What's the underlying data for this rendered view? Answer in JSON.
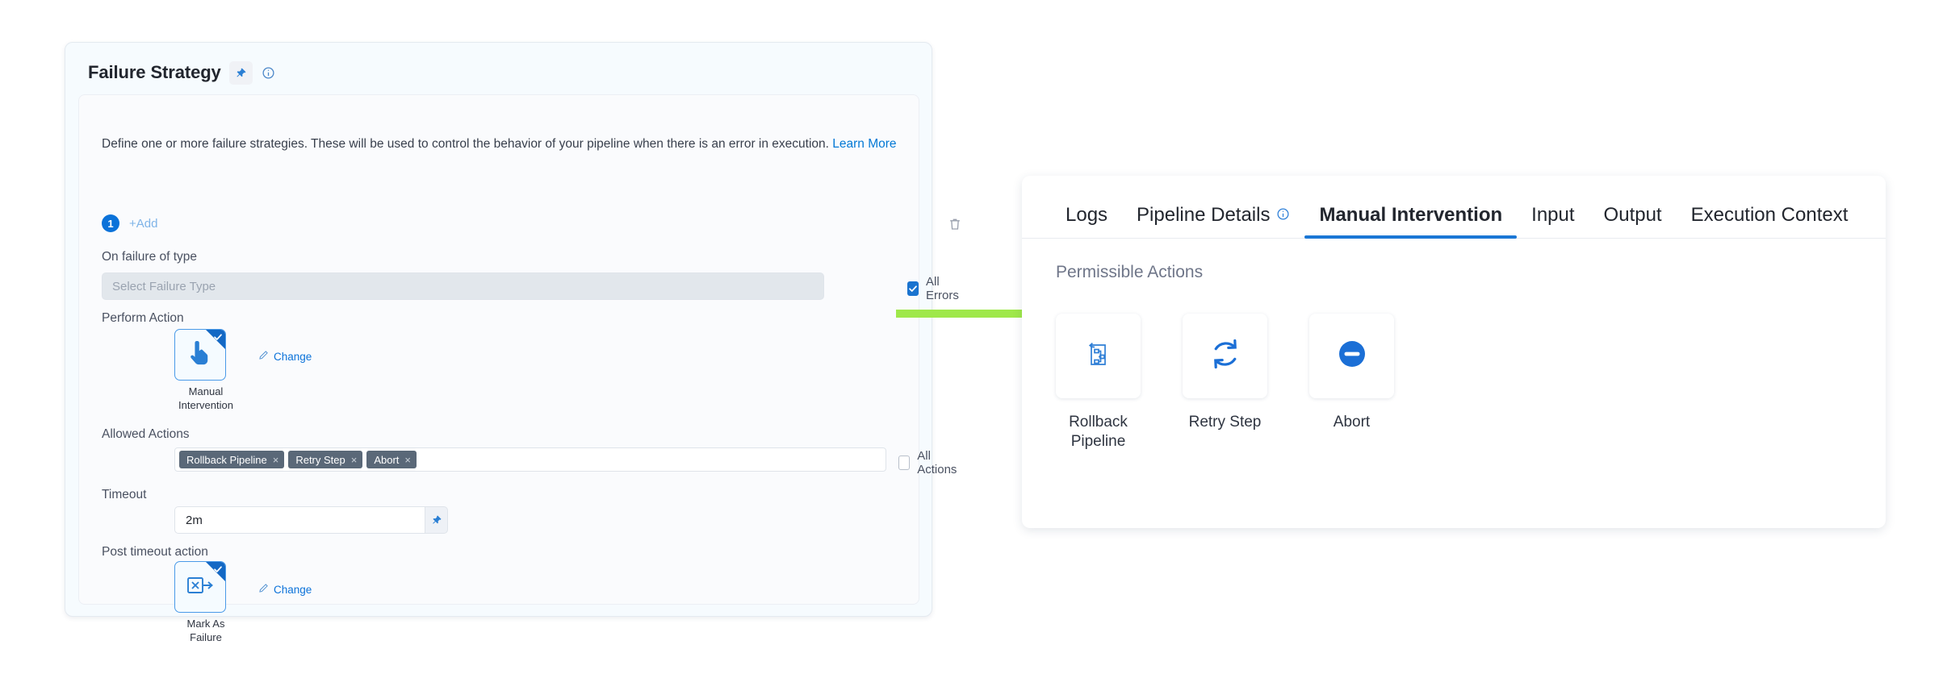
{
  "failure_strategy": {
    "title": "Failure Strategy",
    "pin_icon": "pin-icon",
    "info_icon": "info-circle-icon",
    "description": "Define one or more failure strategies. These will be used to control the behavior of your pipeline when there is an error in execution.",
    "learn_more": "Learn More",
    "step_number": "1",
    "add_label": "+Add",
    "delete_icon": "trash-icon",
    "on_failure": {
      "label": "On failure of type",
      "placeholder": "Select Failure Type",
      "value": "",
      "all_errors_label": "All Errors",
      "all_errors_checked": true
    },
    "perform_action": {
      "label": "Perform Action",
      "selected": "Manual Intervention",
      "icon": "hand-pointer-icon",
      "selected_badge": "check-icon",
      "change_label": "Change",
      "change_icon": "pencil-icon"
    },
    "allowed_actions": {
      "label": "Allowed Actions",
      "tags": [
        "Rollback Pipeline",
        "Retry Step",
        "Abort"
      ],
      "remove_glyph": "×",
      "all_actions_label": "All Actions",
      "all_actions_checked": false
    },
    "timeout": {
      "label": "Timeout",
      "value": "2m",
      "pin_icon": "pin-icon"
    },
    "post_timeout_action": {
      "label": "Post timeout action",
      "selected": "Mark As Failure",
      "icon": "mark-as-failure-icon",
      "selected_badge": "check-icon",
      "change_label": "Change",
      "change_icon": "pencil-icon"
    }
  },
  "annotation": {
    "arrow_icon": "green-right-arrow",
    "arrow_color": "#9fe84a"
  },
  "manual_intervention_panel": {
    "tabs": [
      {
        "label": "Logs",
        "active": false,
        "has_info_icon": false
      },
      {
        "label": "Pipeline Details",
        "active": false,
        "has_info_icon": true
      },
      {
        "label": "Manual Intervention",
        "active": true,
        "has_info_icon": false
      },
      {
        "label": "Input",
        "active": false,
        "has_info_icon": false
      },
      {
        "label": "Output",
        "active": false,
        "has_info_icon": false
      },
      {
        "label": "Execution Context",
        "active": false,
        "has_info_icon": false
      }
    ],
    "active_tab_color": "#1b77d5",
    "subtitle": "Permissible Actions",
    "actions": [
      {
        "label": "Rollback Pipeline",
        "icon": "rollback-pipeline-icon"
      },
      {
        "label": "Retry Step",
        "icon": "retry-step-icon"
      },
      {
        "label": "Abort",
        "icon": "abort-icon"
      }
    ]
  },
  "colors": {
    "accent_blue": "#1b77d5",
    "tag_gray": "#5a6878",
    "green": "#9fe84a"
  }
}
